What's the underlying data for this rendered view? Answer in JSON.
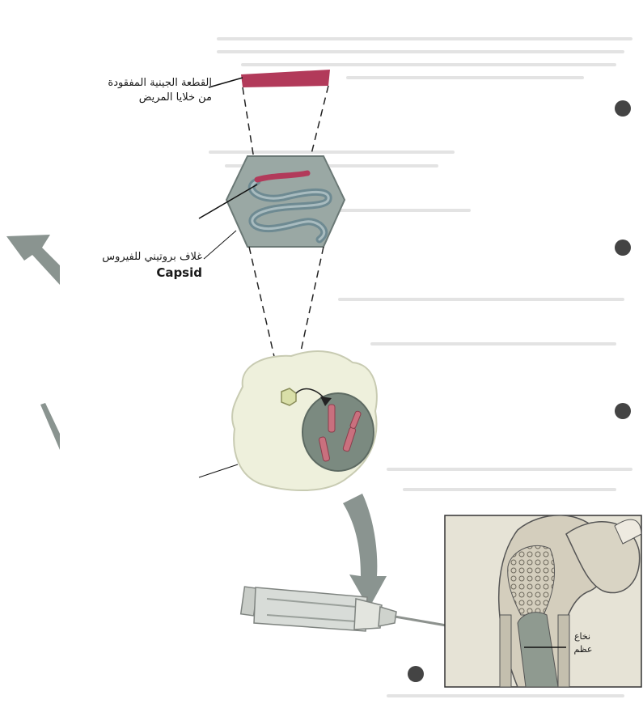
{
  "labels": {
    "gene_line1": "القطعة الجينية المفقودة",
    "gene_line2": "من خلايا المريض",
    "capsid_ar": "غلاف بروتيني للفيروس",
    "capsid_en": "Capsid",
    "marrow_line1": "نخاع",
    "marrow_line2": "عظم"
  },
  "colors": {
    "gene_segment": "#b23a5a",
    "capsid": "#9aa8a4",
    "dna_coil": "#7a9098",
    "cell": "#f0f2e0",
    "nucleus": "#7b8a80",
    "bullet": "#444444",
    "bone": "#d9d4c4",
    "arrow": "#8a9490"
  }
}
